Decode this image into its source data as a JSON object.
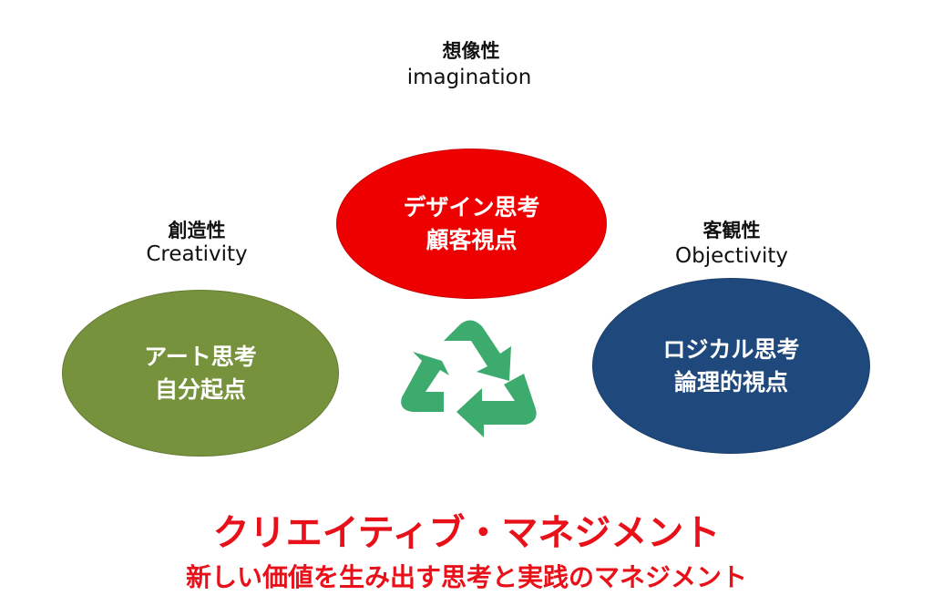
{
  "top": {
    "label_jp": "想像性",
    "label_en": "imagination",
    "line1": "デザイン思考",
    "line2": "顧客視点",
    "color": "#ee0000"
  },
  "left": {
    "label_jp": "創造性",
    "label_en": "Creativity",
    "line1": "アート思考",
    "line2": "自分起点",
    "color": "#76923c"
  },
  "right": {
    "label_jp": "客観性",
    "label_en": "Objectivity",
    "line1": "ロジカル思考",
    "line2": "論理的視点",
    "color": "#1f497d"
  },
  "center_icon": "recycle-icon",
  "title": "クリエイティブ・マネジメント",
  "subtitle": "新しい価値を生み出す思考と実践のマネジメント"
}
